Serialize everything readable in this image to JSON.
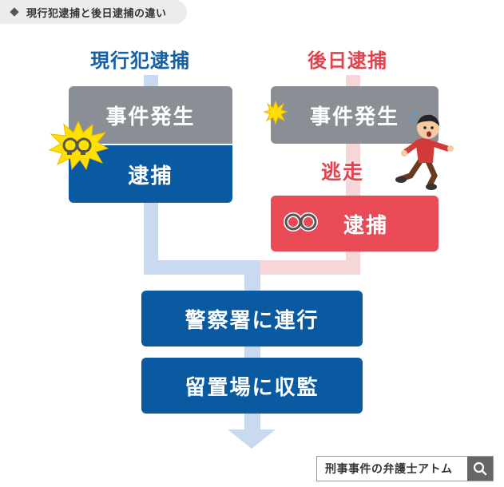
{
  "header": {
    "title": "現行犯逮捕と後日逮捕の違い"
  },
  "columns": {
    "left": {
      "heading": "現行犯逮捕",
      "step1": "事件発生",
      "step2": "逮捕"
    },
    "right": {
      "heading": "後日逮捕",
      "step1": "事件発生",
      "escape": "逃走",
      "step2": "逮捕"
    }
  },
  "flow": {
    "step3": "警察署に連行",
    "step4": "留置場に収監"
  },
  "footer": {
    "search_text": "刑事事件の弁護士アトム"
  },
  "colors": {
    "navy": "#0a5aa2",
    "gray": "#8a8f96",
    "red": "#e84a56",
    "light_blue": "#c8d9f0",
    "light_pink": "#f6d6d8"
  },
  "icons": [
    "diamond-icon",
    "explosion-icon",
    "handcuffs-icon",
    "running-man-icon",
    "search-icon"
  ]
}
